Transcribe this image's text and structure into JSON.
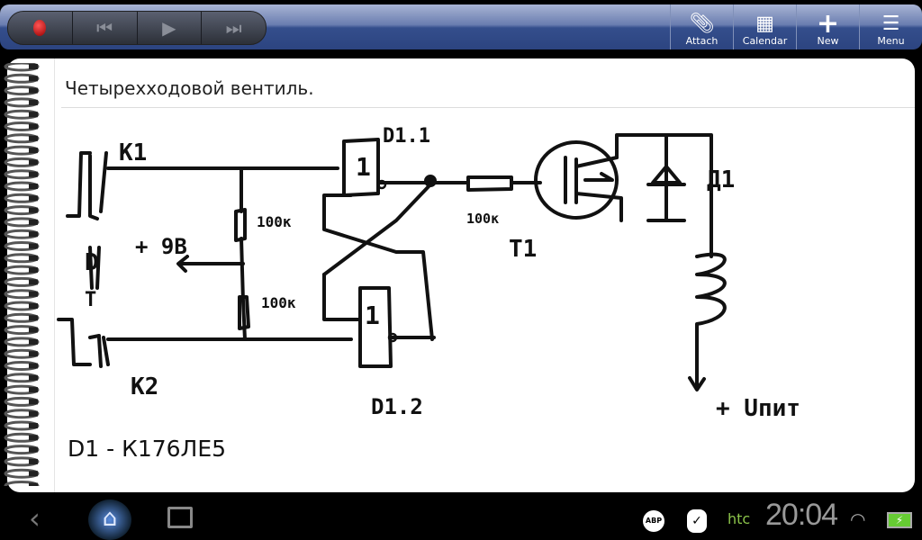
{
  "toolbar": {
    "media": {
      "record": "record-icon",
      "prev": "skip-back-icon",
      "play": "play-icon",
      "next": "skip-forward-icon"
    },
    "actions": [
      {
        "label": "Attach",
        "icon": "paperclip-icon"
      },
      {
        "label": "Calendar",
        "icon": "calendar-icon"
      },
      {
        "label": "New",
        "icon": "plus-icon"
      },
      {
        "label": "Menu",
        "icon": "menu-icon"
      }
    ]
  },
  "note": {
    "title": "Четырехходовой вентиль.",
    "footnote": "D1 - К176ЛЕ5",
    "sketch_labels": {
      "k1": "K1",
      "k2": "K2",
      "d11": "D1.1",
      "d12": "D1.2",
      "r1": "100к",
      "r2": "100к",
      "r3": "100к",
      "supply": "+ 9В",
      "t1": "T1",
      "diode": "Д1",
      "upit": "+ Uпит",
      "gate1": "1",
      "gate2": "1",
      "d": "D",
      "t": "T"
    }
  },
  "statusbar": {
    "time": "20:04",
    "brand": "htc",
    "icons": [
      "back-icon",
      "home-icon",
      "recent-apps-icon",
      "adblock-icon",
      "check-icon",
      "wifi-icon",
      "battery-icon"
    ],
    "abp": "ABP"
  }
}
